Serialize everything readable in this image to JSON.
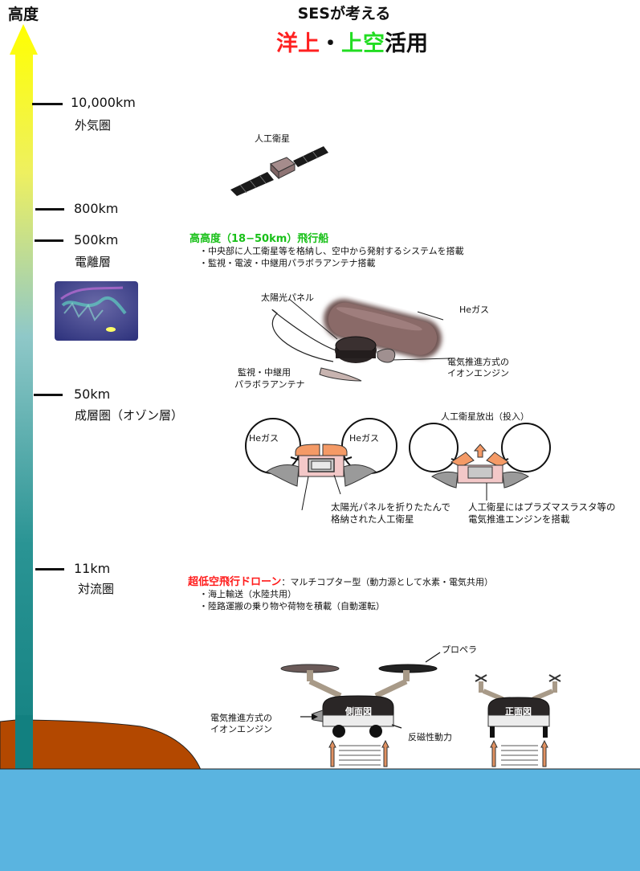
{
  "header": {
    "line1": "SESが考える",
    "line2": {
      "part1": "洋上",
      "sep": "・",
      "part2": "上空",
      "part3": "活用"
    },
    "colors": {
      "part1": "#ff2020",
      "part2": "#22dd22",
      "part3": "#111111"
    }
  },
  "axis": {
    "title": "高度",
    "ticks": [
      {
        "value": "10,000km",
        "layer": "外気圏"
      },
      {
        "value": "800km",
        "layer": ""
      },
      {
        "value": "500km",
        "layer": "電離層"
      },
      {
        "value": "50km",
        "layer": "成層圏（オゾン層）"
      },
      {
        "value": "11km",
        "layer": "対流圏"
      }
    ],
    "gradient": [
      "#ffff00",
      "#99cccc",
      "#1a8a8a"
    ]
  },
  "satellite": {
    "label": "人工衛星"
  },
  "airship": {
    "heading": "高高度（18−50km）飛行船",
    "bullets": [
      "・中央部に人工衛星等を格納し、空中から発射するシステムを搭載",
      "・監視・電波・中継用パラボラアンテナ搭載"
    ],
    "labels": {
      "solar": "太陽光パネル",
      "gas": "Heガス",
      "engine": [
        "電気推進方式の",
        "イオンエンジン"
      ],
      "antenna": [
        "監視・中継用",
        "パラボラアンテナ"
      ]
    }
  },
  "release": {
    "left_gas1": "Heガス",
    "left_gas2": "Heガス",
    "right_title": "人工衛星放出（投入）",
    "caption_left": [
      "太陽光パネルを折りたたんで",
      "格納された人工衛星"
    ],
    "caption_right": [
      "人工衛星にはプラズマスラスタ等の",
      "電気推進エンジンを搭載"
    ]
  },
  "drone": {
    "heading": "超低空飛行ドローン",
    "heading_tail": "：マルチコプター型（動力源として水素・電気共用）",
    "bullets": [
      "・海上輸送（水陸共用）",
      "・陸路運搬の乗り物や荷物を積載（自動運転）"
    ],
    "labels": {
      "propeller": "プロペラ",
      "engine": [
        "電気推進方式の",
        "イオンエンジン"
      ],
      "side_view": "側面図",
      "front_view": "正面図",
      "maglev": "反磁性動力"
    }
  },
  "colors": {
    "sea": "#5ab4e0",
    "land": "#b34800",
    "airship": "#7a5a58"
  }
}
